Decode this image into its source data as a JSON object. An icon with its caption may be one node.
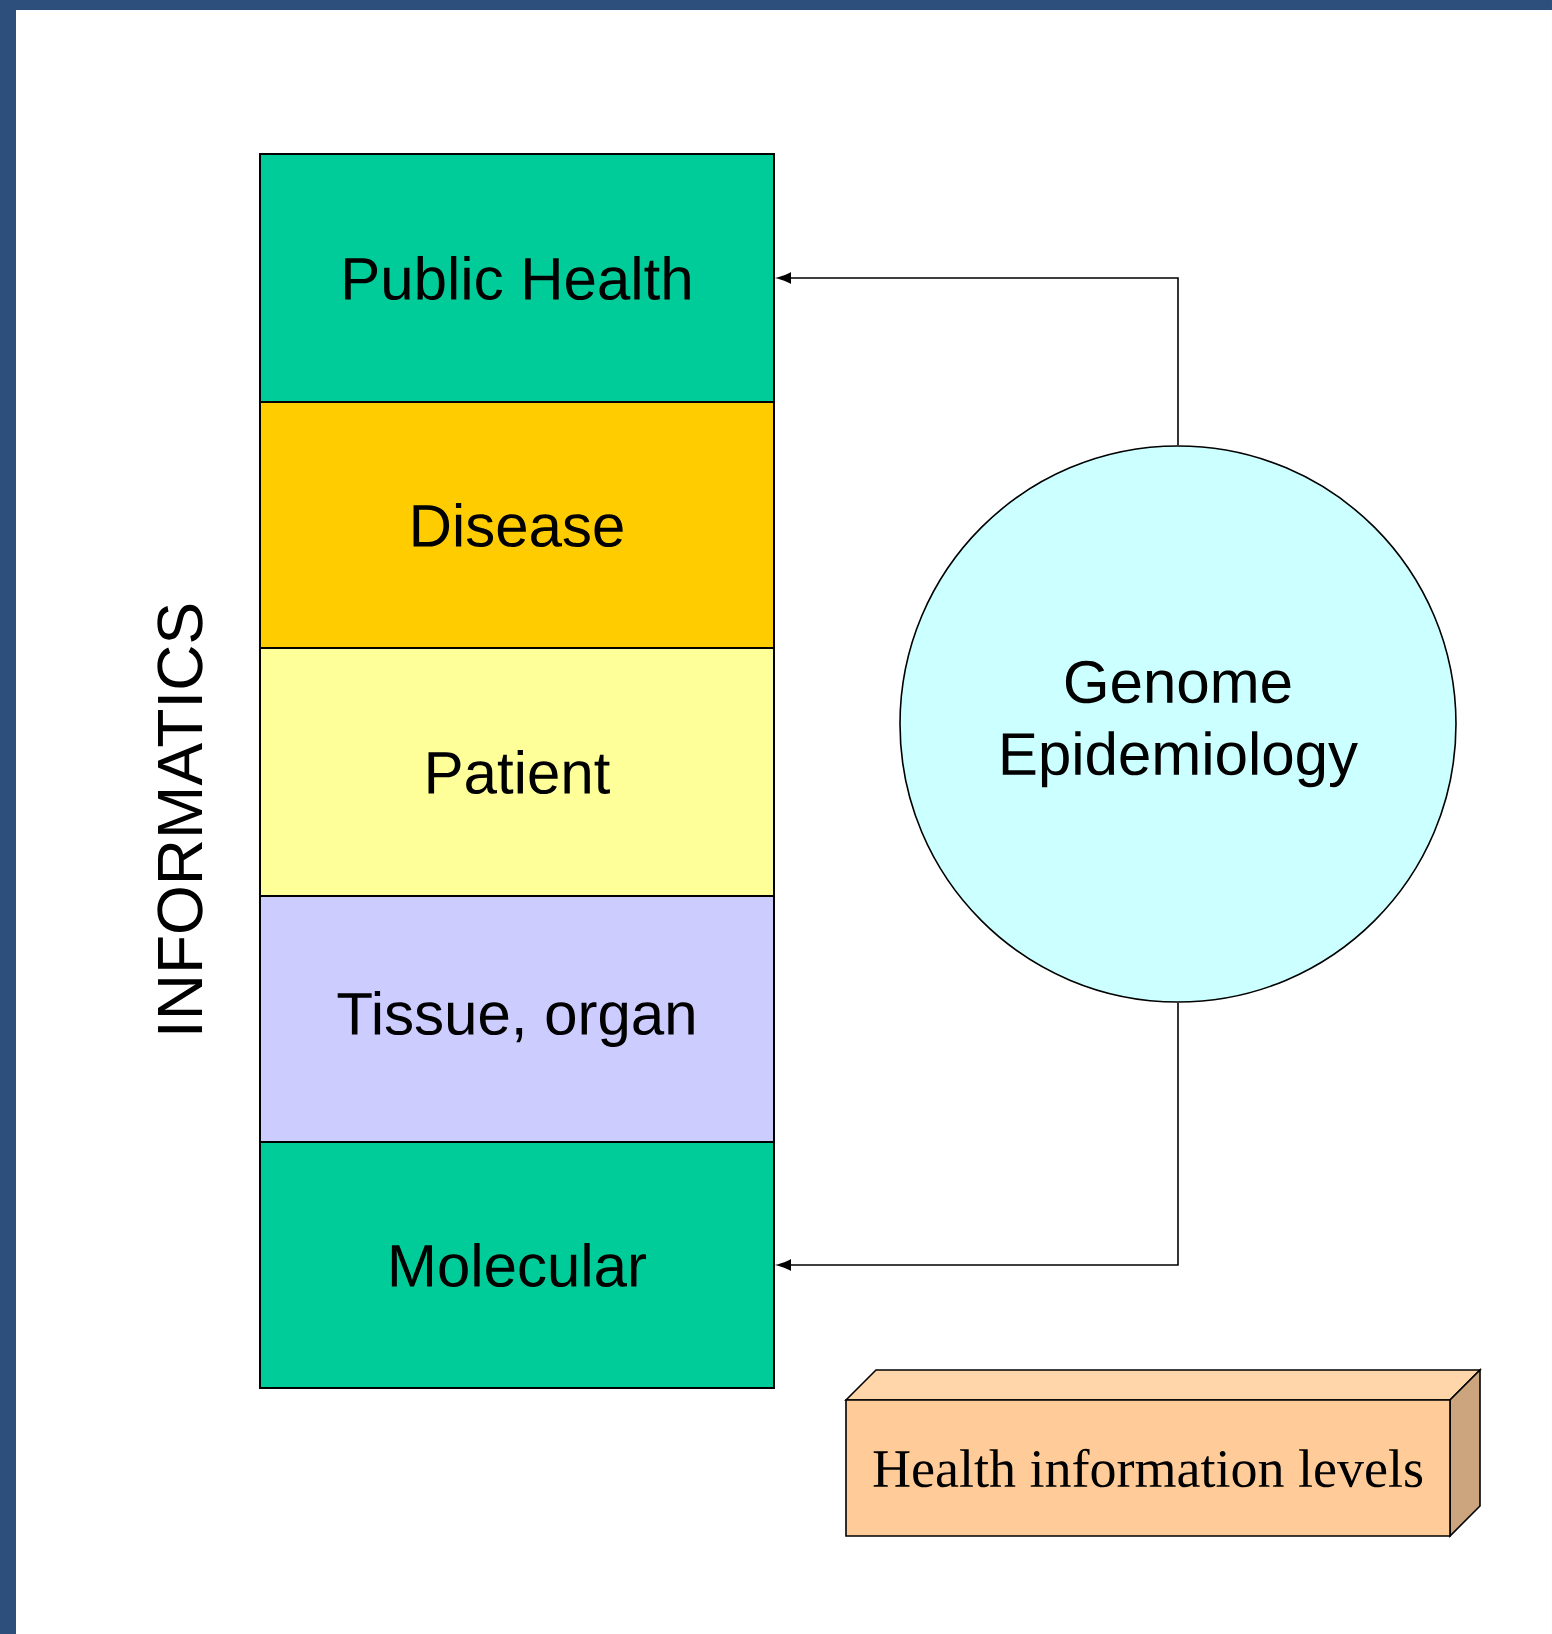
{
  "diagram": {
    "nodes": [
      {
        "text": [
          "Public Health"
        ]
      },
      {
        "text": [
          "Disease"
        ]
      },
      {
        "text": [
          "Patient"
        ]
      },
      {
        "text": [
          "Tissue, organ"
        ]
      },
      {
        "text": [
          "Molecular"
        ]
      },
      {
        "text": [
          "Genome Epidemiology"
        ]
      },
      {
        "text": [
          "Health information levels"
        ]
      }
    ],
    "edges": [
      {
        "from": 5,
        "to": 0,
        "arrow": "to"
      },
      {
        "from": 5,
        "to": 4,
        "arrow": "to"
      }
    ],
    "labels": [
      "INFORMATICS"
    ]
  }
}
